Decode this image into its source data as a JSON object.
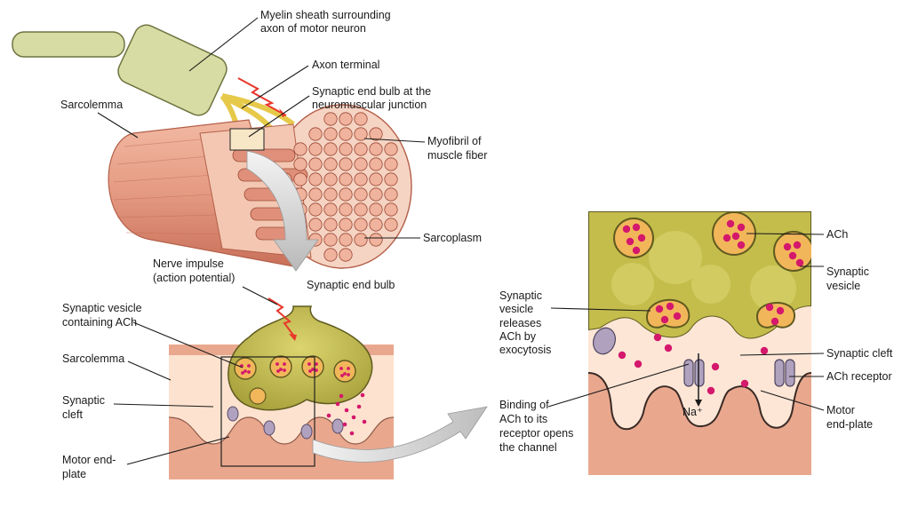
{
  "labels": {
    "myelin_line1": "Myelin sheath surrounding",
    "myelin_line2": "axon of motor neuron",
    "axon_terminal": "Axon terminal",
    "end_bulb_line1": "Synaptic end bulb at the",
    "end_bulb_line2": "neuromuscular junction",
    "sarcolemma_top": "Sarcolemma",
    "myofibril_line1": "Myofibril of",
    "myofibril_line2": "muscle fiber",
    "sarcoplasm": "Sarcoplasm",
    "nerve_impulse_line1": "Nerve impulse",
    "nerve_impulse_line2": "(action potential)",
    "synaptic_end_bulb": "Synaptic end bulb",
    "vesicle_ach_line1": "Synaptic vesicle",
    "vesicle_ach_line2": "containing ACh",
    "sarcolemma_mid": "Sarcolemma",
    "cleft_left_line1": "Synaptic",
    "cleft_left_line2": "cleft",
    "motor_end_left_line1": "Motor end-",
    "motor_end_left_line2": "plate",
    "releases_line1": "Synaptic",
    "releases_line2": "vesicle",
    "releases_line3": "releases",
    "releases_line4": "ACh by",
    "releases_line5": "exocytosis",
    "binding_line1": "Binding of",
    "binding_line2": "ACh to its",
    "binding_line3": "receptor opens",
    "binding_line4": "the channel",
    "ach": "ACh",
    "syn_vesicle_line1": "Synaptic",
    "syn_vesicle_line2": "vesicle",
    "cleft_right": "Synaptic cleft",
    "ach_receptor": "ACh receptor",
    "motor_end_right_line1": "Motor",
    "motor_end_right_line2": "end-plate",
    "na_ion": "Na⁺"
  },
  "colors": {
    "muscle": "#e59a82",
    "muscle_dark": "#c86a52",
    "myofibril": "#f0b39d",
    "sarcoplasm": "#f7d9cc",
    "bulb": "#b8b04a",
    "bulb_light": "#d7d16a",
    "vesicle": "#f2b65a",
    "ach_dot": "#d4186c",
    "myelin": "#d3d9a0",
    "cleft": "#fde6d6",
    "receptor": "#a89bb4",
    "nerve_arrow": "#e8372c"
  }
}
